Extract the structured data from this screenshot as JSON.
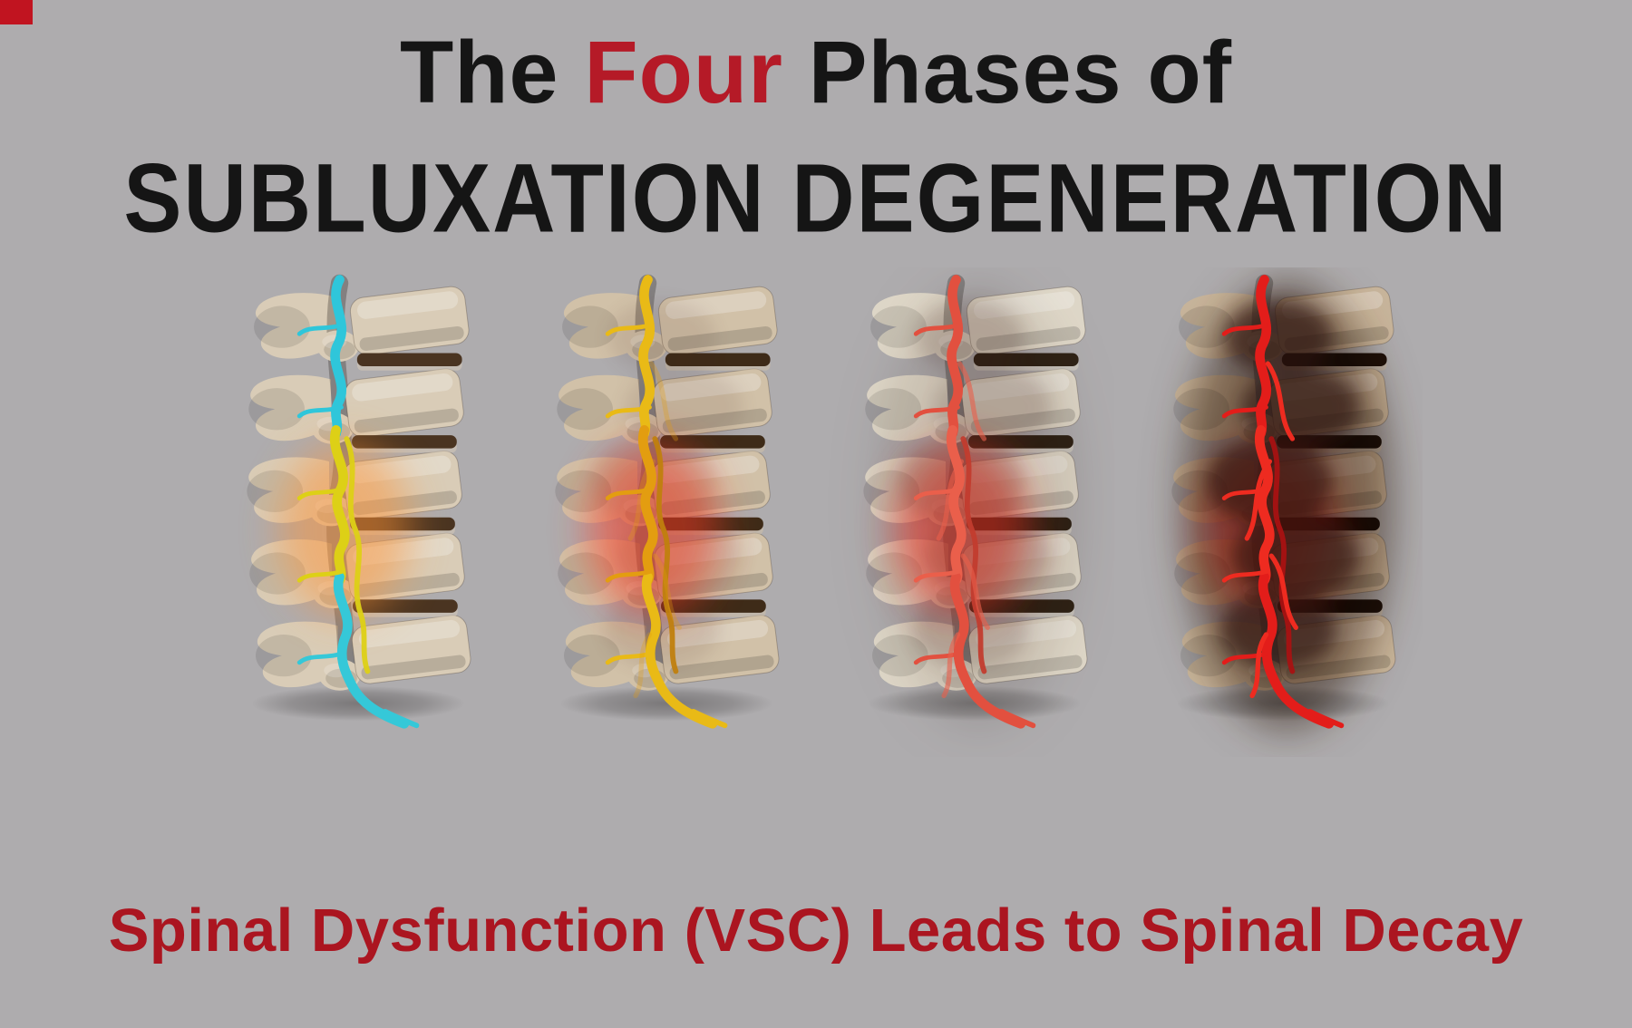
{
  "page": {
    "background": "#aeacae",
    "corner_mark_color": "#c11420"
  },
  "title": {
    "the": "The ",
    "four": "Four",
    "rest": " Phases of",
    "line2": "SUBLUXATION DEGENERATION",
    "text_color": "#151515",
    "accent_color": "#b51a27"
  },
  "footer": {
    "text": "Spinal Dysfunction (VSC) Leads to Spinal Decay",
    "color": "#ab1520"
  },
  "phases": [
    {
      "colors": {
        "bone": "#d9ccb7",
        "disc": "#4a3421",
        "cordTop": "#2fc6da",
        "cordMid": "#ddd016",
        "cordBot": "#35c8d8",
        "strand": "#ddd016",
        "glow": "#ff9336",
        "glowOp": "0.5",
        "decay": "0",
        "tint": "0",
        "vessels": "0"
      }
    },
    {
      "colors": {
        "bone": "#d1c1a8",
        "disc": "#3e2b18",
        "cordTop": "#e9ba16",
        "cordMid": "#e39d10",
        "cordBot": "#e9ba16",
        "strand": "#c07f0e",
        "glow": "#ff3a20",
        "glowOp": "0.55",
        "decay": "0.1",
        "tint": "0",
        "vessels": "0.3"
      }
    },
    {
      "colors": {
        "bone": "#ded7c8",
        "disc": "#2f2215",
        "cordTop": "#e2503f",
        "cordMid": "#ea5f4b",
        "cordBot": "#e2503f",
        "strand": "#c23c2e",
        "glow": "#ff3322",
        "glowOp": "0.6",
        "decay": "0.18",
        "tint": "0.12",
        "vessels": "0.6"
      }
    },
    {
      "colors": {
        "bone": "#c8b59b",
        "disc": "#1f1007",
        "cordTop": "#e31d1a",
        "cordMid": "#ee2b20",
        "cordBot": "#e31d1a",
        "strand": "#a81212",
        "glow": "#ff1c10",
        "glowOp": "0.55",
        "decay": "0.65",
        "tint": "0.55",
        "vessels": "1"
      }
    }
  ]
}
